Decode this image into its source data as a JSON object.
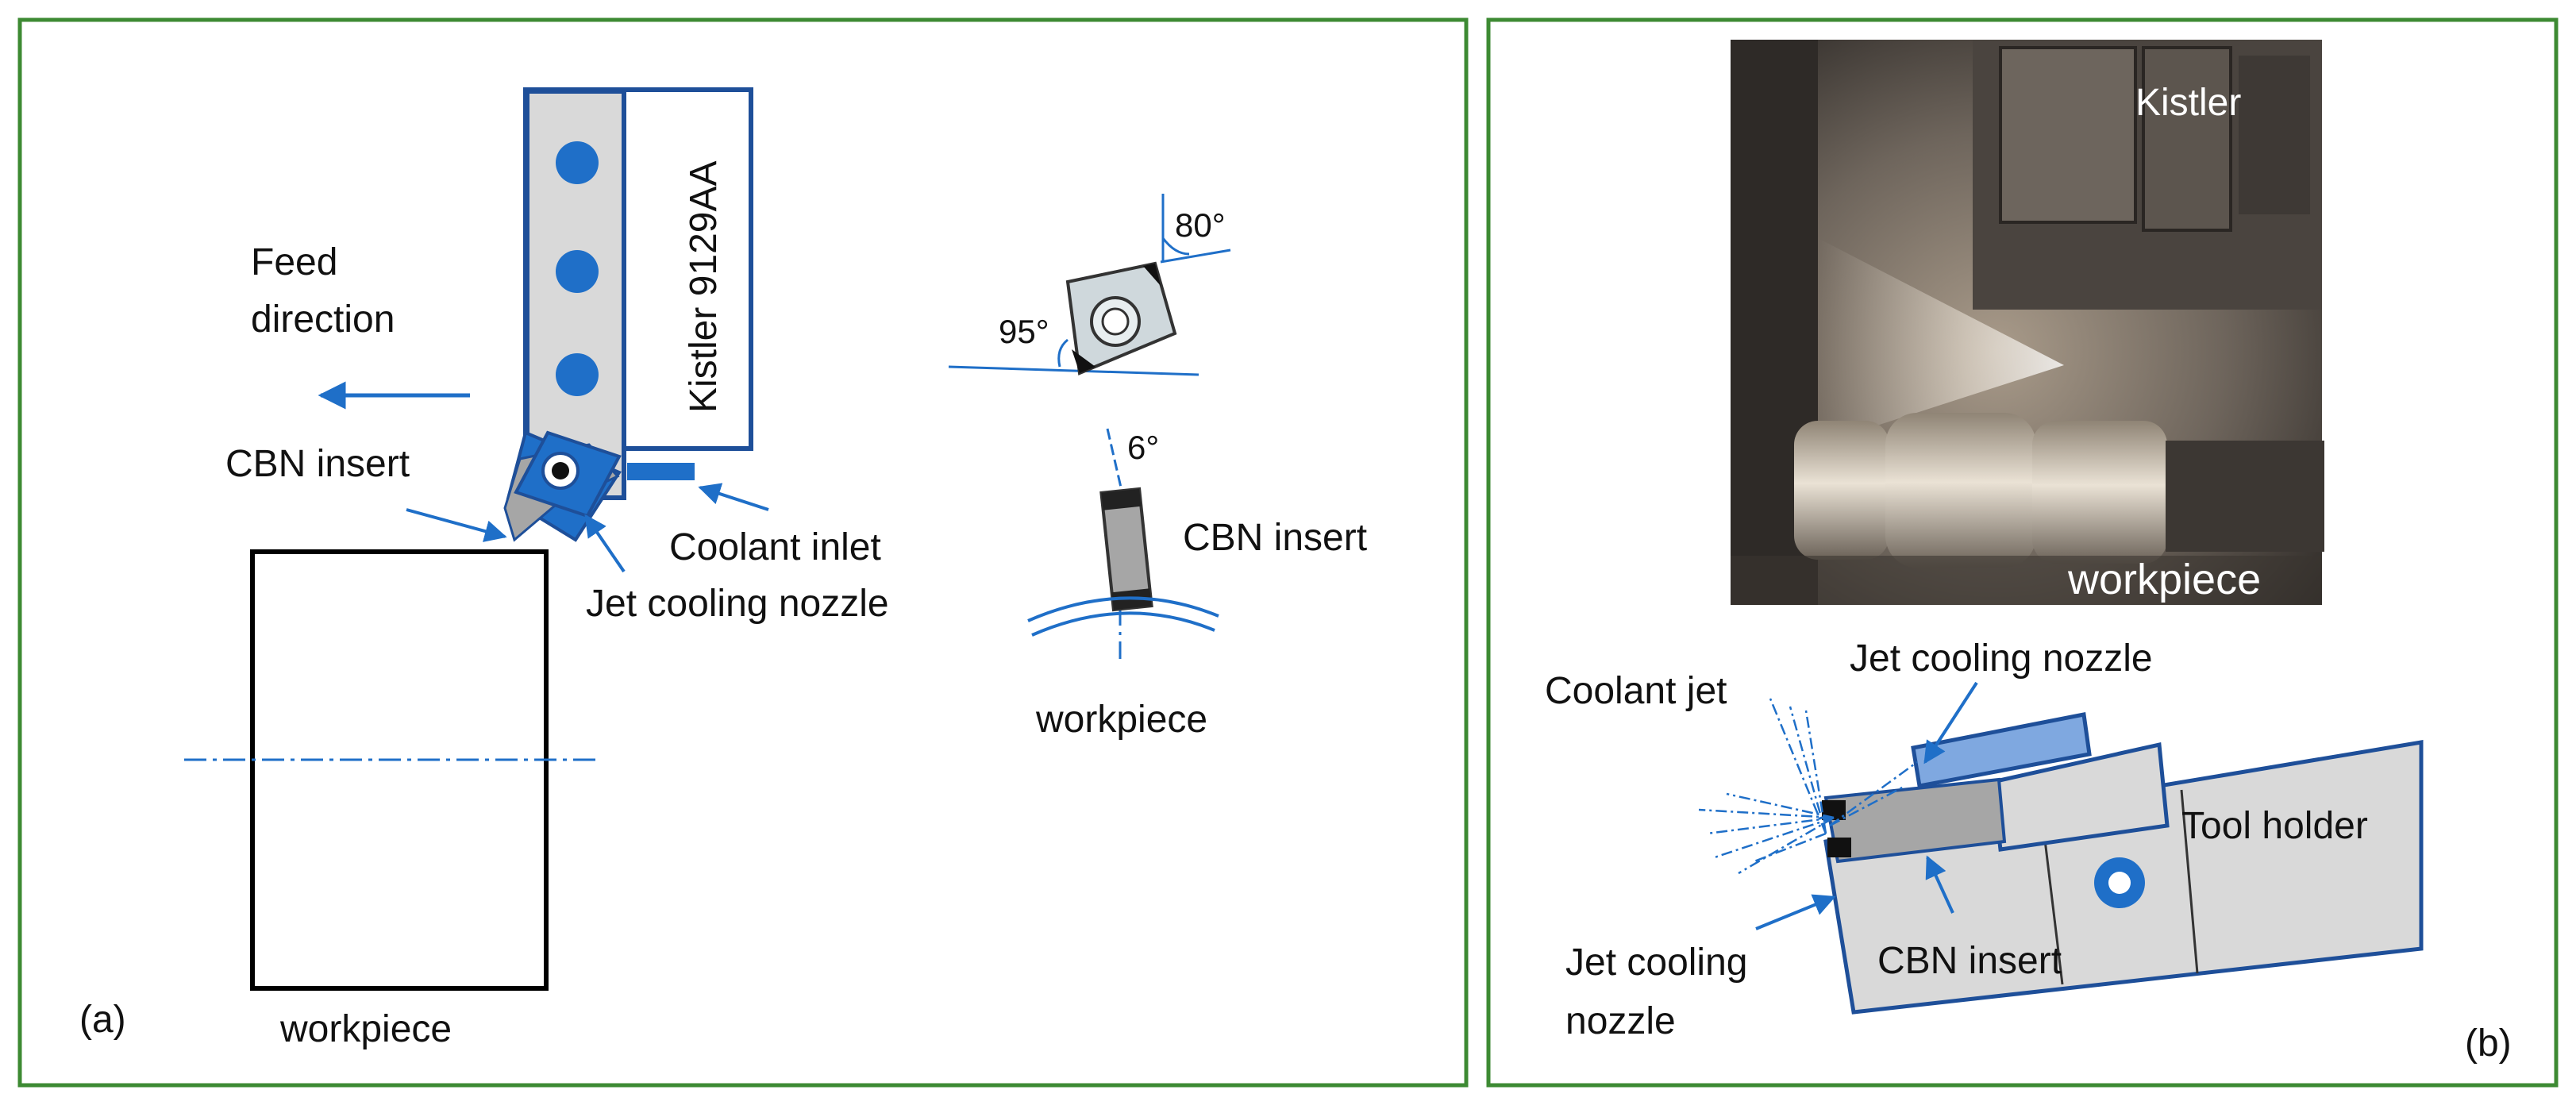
{
  "colors": {
    "panel_border": "#3d8a33",
    "blue": "#1f6fc8",
    "blue_dark": "#1e4f99",
    "gray_fill": "#d9d9d9",
    "insert_gray": "#a6a6a6"
  },
  "panel_a": {
    "tag": "(a)",
    "feed_direction_line1": "Feed",
    "feed_direction_line2": "direction",
    "dynamometer_label": "Kistler 9129AA",
    "cbn_insert_label": "CBN insert",
    "coolant_inlet_label": "Coolant inlet",
    "jet_nozzle_label": "Jet cooling nozzle",
    "workpiece_label": "workpiece",
    "insert_detail": {
      "angle_top": "80°",
      "angle_side": "95°",
      "angle_incl": "6°",
      "insert_label": "CBN insert",
      "workpiece_label": "workpiece"
    }
  },
  "panel_b": {
    "tag": "(b)",
    "photo_label_top": "Kistler",
    "photo_label_bottom": "workpiece",
    "coolant_jet_label": "Coolant jet",
    "jet_nozzle_top_label": "Jet cooling nozzle",
    "tool_holder_label": "Tool holder",
    "cbn_insert_label": "CBN insert",
    "jet_nozzle_bottom_line1": "Jet cooling",
    "jet_nozzle_bottom_line2": "nozzle"
  }
}
